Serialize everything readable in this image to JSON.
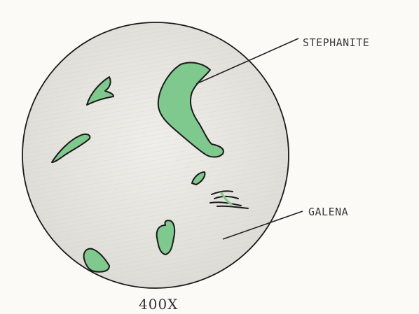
{
  "labels": {
    "stephanite": "STEPHANITE",
    "galena": "GALENA",
    "magnification": "400X"
  },
  "colors": {
    "background": "#fbfaf6",
    "field_shading": "#e6e4de",
    "grain_fill": "#7fc98f",
    "outline": "#1a1a1a"
  }
}
